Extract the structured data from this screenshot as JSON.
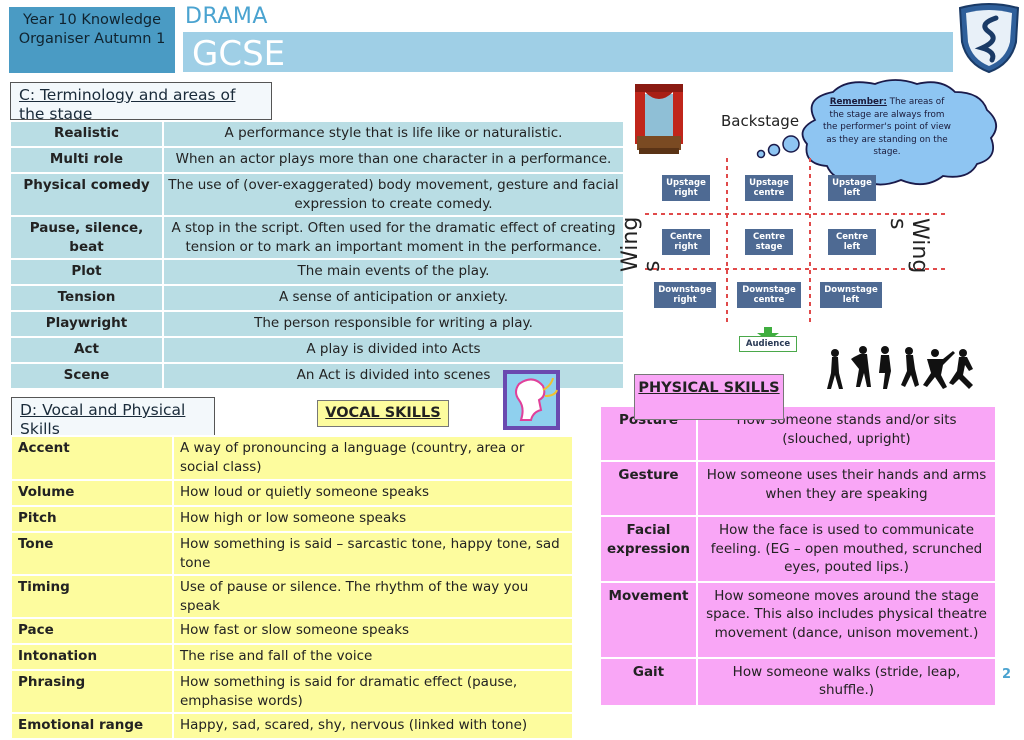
{
  "header": {
    "year_title": "Year 10 Knowledge Organiser Autumn 1",
    "subject": "DRAMA",
    "course": "GCSE"
  },
  "section_c": {
    "heading": "C: Terminology and areas of the stage",
    "terms": [
      {
        "term": "Realistic",
        "definition": "A performance style that is life like or naturalistic."
      },
      {
        "term": "Multi role",
        "definition": "When an actor plays more than one character in a performance."
      },
      {
        "term": "Physical comedy",
        "definition": "The use of (over-exaggerated) body movement, gesture and facial expression to create comedy."
      },
      {
        "term": "Pause, silence, beat",
        "definition": "A stop in the script. Often used for the dramatic effect of creating tension or to mark an important moment in the performance."
      },
      {
        "term": "Plot",
        "definition": "The main events of the play."
      },
      {
        "term": "Tension",
        "definition": "A sense of anticipation or anxiety."
      },
      {
        "term": "Playwright",
        "definition": "The person responsible for writing a play."
      },
      {
        "term": "Act",
        "definition": "A play is divided into Acts"
      },
      {
        "term": "Scene",
        "definition": "An Act is divided into scenes"
      }
    ]
  },
  "stage_diagram": {
    "backstage": "Backstage",
    "wings_left": "Wings",
    "wings_right": "Wings",
    "cells": [
      "Upstage right",
      "Upstage centre",
      "Upstage left",
      "Centre right",
      "Centre stage",
      "Centre left",
      "Downstage right",
      "Downstage centre",
      "Downstage left"
    ],
    "audience": "Audience",
    "remember_label": "Remember:",
    "remember_text": " The areas of the stage are always from the performer's point of view as they are standing on the stage."
  },
  "section_d": {
    "heading": "D: Vocal and Physical Skills",
    "vocal_title": "VOCAL SKILLS",
    "physical_title": "PHYSICAL SKILLS",
    "vocal": [
      {
        "term": "Accent",
        "definition": "A way of pronouncing a language (country, area or social class)"
      },
      {
        "term": "Volume",
        "definition": "How loud or quietly someone speaks"
      },
      {
        "term": "Pitch",
        "definition": "How high or low someone speaks"
      },
      {
        "term": "Tone",
        "definition": "How something is said – sarcastic tone, happy tone, sad tone"
      },
      {
        "term": "Timing",
        "definition": "Use of pause or silence. The rhythm of the way you speak"
      },
      {
        "term": "Pace",
        "definition": "How fast or slow someone speaks"
      },
      {
        "term": "Intonation",
        "definition": "The rise and fall of the voice"
      },
      {
        "term": "Phrasing",
        "definition": "How something is said for dramatic effect (pause, emphasise words)"
      },
      {
        "term": "Emotional range",
        "definition": "Happy, sad, scared, shy, nervous (linked with tone)"
      }
    ],
    "physical": [
      {
        "term": "Posture",
        "definition": "How someone stands and/or sits (slouched, upright)"
      },
      {
        "term": "Gesture",
        "definition": "How someone uses their hands and arms when they are speaking"
      },
      {
        "term": "Facial expression",
        "definition": "How the face is used to communicate feeling. (EG – open mouthed, scrunched eyes, pouted lips.)"
      },
      {
        "term": "Movement",
        "definition": "How someone moves around the stage space. This also includes physical theatre movement (dance, unison movement.)"
      },
      {
        "term": "Gait",
        "definition": "How someone walks (stride, leap, shuffle.)"
      }
    ]
  },
  "page_number": "2",
  "colors": {
    "header_blue": "#4a9bc4",
    "term_bg": "#b9dde4",
    "vocal_bg": "#fdfc9e",
    "physical_bg": "#f9a6f6",
    "stage_cell": "#4e6a93"
  }
}
